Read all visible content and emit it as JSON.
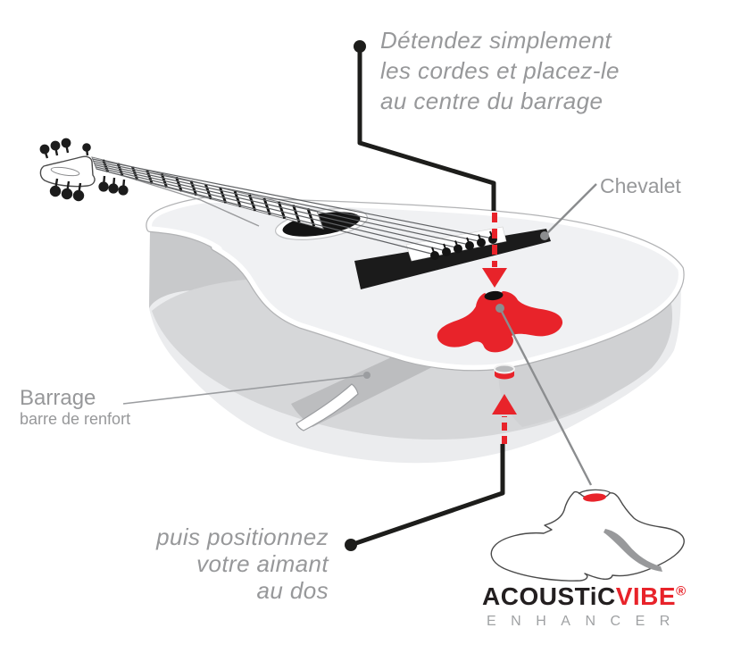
{
  "title": "Acoustic Vibe Enhancer installation diagram",
  "annotations": {
    "top_instruction": {
      "line1": "Détendez simplement",
      "line2": "les cordes et placez-le",
      "line3": "au centre du barrage"
    },
    "bridge_label": "Chevalet",
    "brace_label": {
      "title": "Barrage",
      "subtitle": "barre de renfort"
    },
    "bottom_instruction": {
      "line1": "puis positionnez",
      "line2": "votre aimant",
      "line3": "au dos"
    }
  },
  "logo": {
    "word1": "ACOUSTiC",
    "word2": "VIBE",
    "registered": "®",
    "subtitle": "ENHANCER"
  },
  "colors": {
    "accent-red": "#e8232a",
    "ink-black": "#1d1d1b",
    "label-gray": "#97989a",
    "line-gray": "#8b8d8f",
    "logo-black": "#231f20",
    "logo-gray": "#a0a2a4"
  }
}
